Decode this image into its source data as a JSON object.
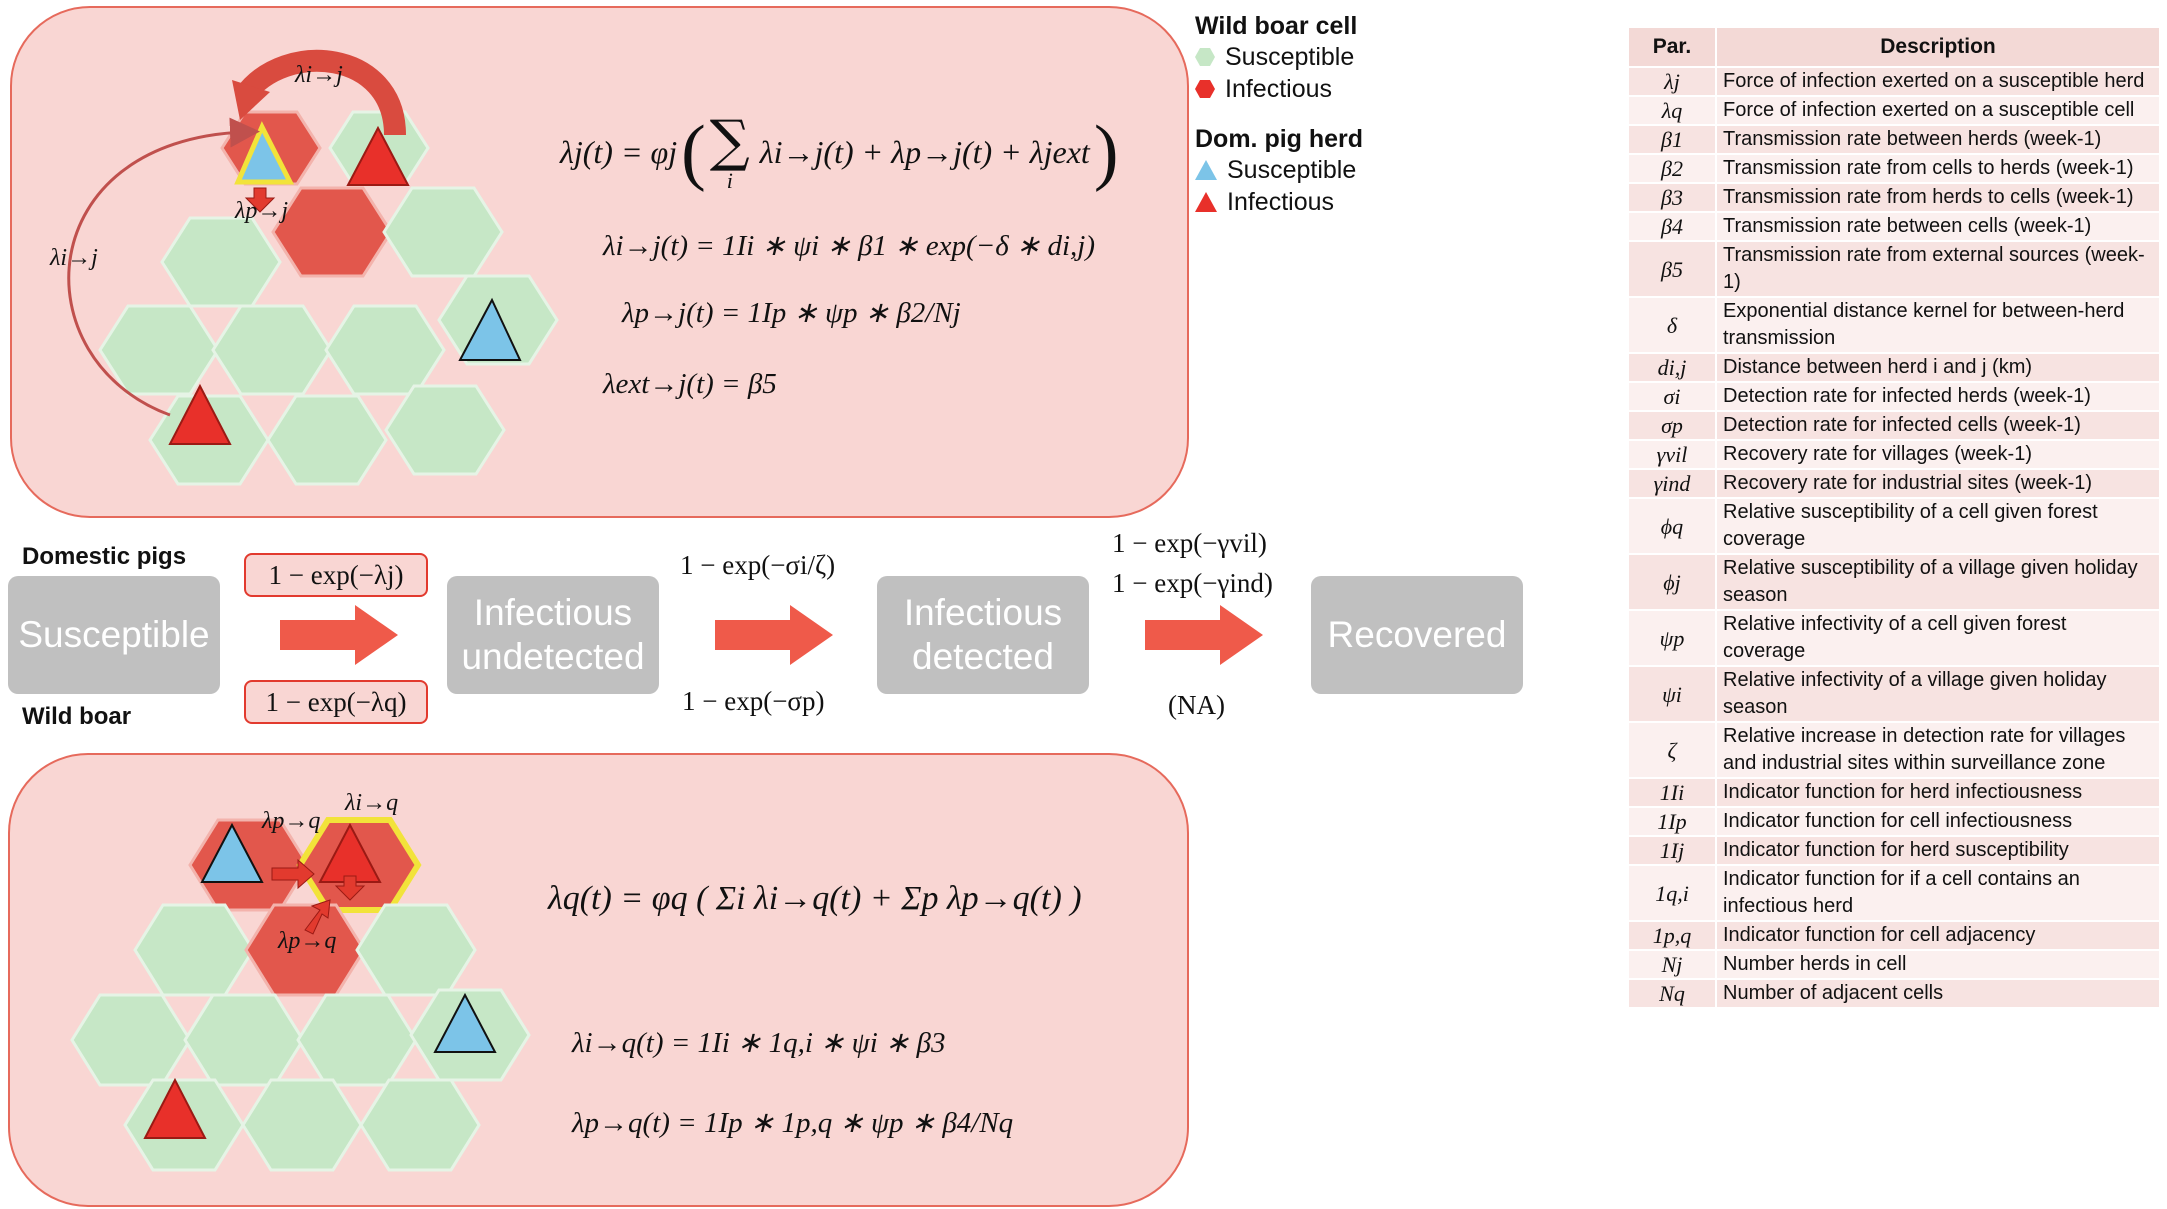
{
  "legend": {
    "wild_boar_title": "Wild boar cell",
    "wild_boar_items": [
      "Susceptible",
      "Infectious"
    ],
    "pig_title": "Dom. pig herd",
    "pig_items": [
      "Susceptible",
      "Infectious"
    ]
  },
  "colors": {
    "panel_fill": "#f9d6d3",
    "panel_border": "#e66a5c",
    "hex_susceptible": "#c6e7c6",
    "hex_infectious": "#e2574c",
    "pig_susceptible": "#7cc4e8",
    "pig_infectious": "#e8302a",
    "state_box": "#c0c0c0",
    "arrow": "#ef5a4a"
  },
  "top_panel": {
    "label_i_to_j": "λi→j",
    "label_p_to_j": "λp→j",
    "eq_main_lhs": "λj(t) = φj",
    "eq_main_rhs": "λi→j(t) + λp→j(t) + λjext",
    "eq1": "λi→j(t) = 1Ii ∗ ψi ∗ β1 ∗ exp(−δ ∗ di,j)",
    "eq2": "λp→j(t) = 1Ip ∗ ψp ∗ β2/Nj",
    "eq3": "λext→j(t) = β5"
  },
  "bottom_panel": {
    "label_i_to_q": "λi→q",
    "label_p_to_q": "λp→q",
    "eq_main": "λq(t) = φq ( Σi λi→q(t) + Σp λp→q(t) )",
    "eq1": "λi→q(t) = 1Ii ∗ 1q,i ∗ ψi ∗ β3",
    "eq2": "λp→q(t) = 1Ip ∗ 1p,q ∗ ψp ∗ β4/Nq"
  },
  "flow": {
    "group_domestic": "Domestic pigs",
    "group_wild": "Wild boar",
    "states": [
      {
        "line1": "Susceptible",
        "line2": ""
      },
      {
        "line1": "Infectious",
        "line2": "undetected"
      },
      {
        "line1": "Infectious",
        "line2": "detected"
      },
      {
        "line1": "Recovered",
        "line2": ""
      }
    ],
    "rate_top_1": "1 − exp(−λj)",
    "rate_bottom_1": "1 − exp(−λq)",
    "rate_top_2": "1 − exp(−σi/ζ)",
    "rate_bottom_2": "1 − exp(−σp)",
    "rate_top_3a": "1 − exp(−γvil)",
    "rate_top_3b": "1 − exp(−γind)",
    "rate_bottom_3": "(NA)"
  },
  "table": {
    "headers": [
      "Par.",
      "Description"
    ],
    "rows": [
      {
        "sym": "λj",
        "desc": "Force of infection exerted on a susceptible herd"
      },
      {
        "sym": "λq",
        "desc": "Force of infection exerted on a susceptible cell"
      },
      {
        "sym": "β1",
        "desc": "Transmission rate between herds (week-1)"
      },
      {
        "sym": "β2",
        "desc": "Transmission rate from cells to herds (week-1)"
      },
      {
        "sym": "β3",
        "desc": "Transmission rate from herds to cells (week-1)"
      },
      {
        "sym": "β4",
        "desc": "Transmission rate between cells (week-1)"
      },
      {
        "sym": "β5",
        "desc": "Transmission rate from external sources (week-1)"
      },
      {
        "sym": "δ",
        "desc": "Exponential distance kernel for between-herd transmission"
      },
      {
        "sym": "di,j",
        "desc": "Distance between herd i and j (km)"
      },
      {
        "sym": "σi",
        "desc": "Detection rate for infected herds (week-1)"
      },
      {
        "sym": "σp",
        "desc": "Detection rate for infected cells (week-1)"
      },
      {
        "sym": "γvil",
        "desc": "Recovery rate for villages (week-1)"
      },
      {
        "sym": "γind",
        "desc": "Recovery rate for industrial sites (week-1)"
      },
      {
        "sym": "ϕq",
        "desc": "Relative susceptibility of a cell given forest coverage"
      },
      {
        "sym": "ϕj",
        "desc": "Relative susceptibility of a village given holiday season"
      },
      {
        "sym": "ψp",
        "desc": "Relative infectivity of a cell given forest coverage"
      },
      {
        "sym": "ψi",
        "desc": "Relative infectivity of a village given holiday season"
      },
      {
        "sym": "ζ",
        "desc": "Relative increase in detection rate for villages and industrial sites within surveillance zone"
      },
      {
        "sym": "1Ii",
        "desc": "Indicator function for herd infectiousness"
      },
      {
        "sym": "1Ip",
        "desc": "Indicator function for cell infectiousness"
      },
      {
        "sym": "1Ij",
        "desc": "Indicator function for herd susceptibility"
      },
      {
        "sym": "1q,i",
        "desc": "Indicator function for if a cell contains an infectious herd"
      },
      {
        "sym": "1p,q",
        "desc": "Indicator function for cell adjacency"
      },
      {
        "sym": "Nj",
        "desc": "Number herds in cell"
      },
      {
        "sym": "Nq",
        "desc": "Number of adjacent cells"
      }
    ]
  }
}
